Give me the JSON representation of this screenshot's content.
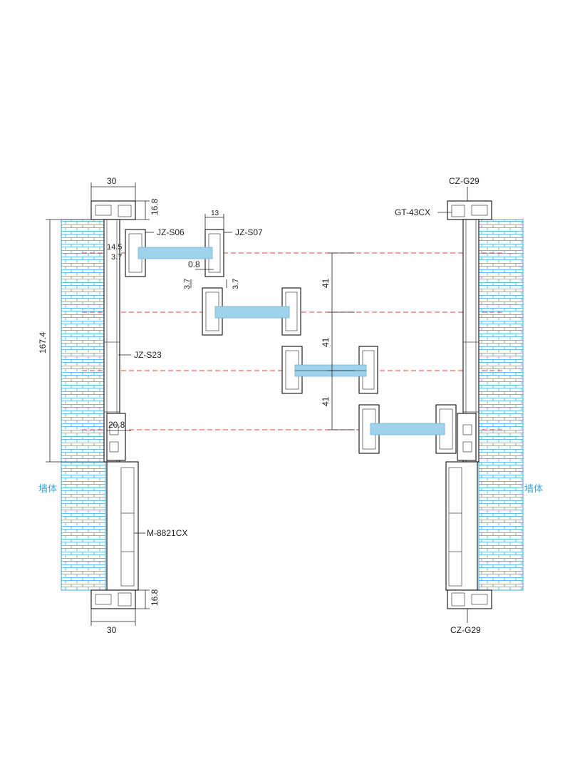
{
  "labels": {
    "cz_g29_top": "CZ-G29",
    "gt_43cx": "GT-43CX",
    "jz_s06": "JZ-S06",
    "jz_s07": "JZ-S07",
    "jz_s23": "JZ-S23",
    "m_8821cx": "M-8821CX",
    "cz_g29_bottom": "CZ-G29",
    "wall_left": "墙体",
    "wall_right": "墙体"
  },
  "dimensions": {
    "top_width": "30",
    "top_height": "16.8",
    "jz_s07_width": "13",
    "d_14_5": "14.5",
    "d_3_7_a": "3.7",
    "d_0_8": "0.8",
    "d_3_7_b": "3.7",
    "d_3_7_c": "3.7",
    "height_total": "167.4",
    "d_20_8": "20.8",
    "step_1": "41",
    "step_2": "41",
    "step_3": "41",
    "bottom_height": "16.8",
    "bottom_width": "30"
  },
  "colors": {
    "wall": "#3aa6dc",
    "glass": "#9fd3ec",
    "reference_line": "#e0443e",
    "line": "#222222"
  }
}
